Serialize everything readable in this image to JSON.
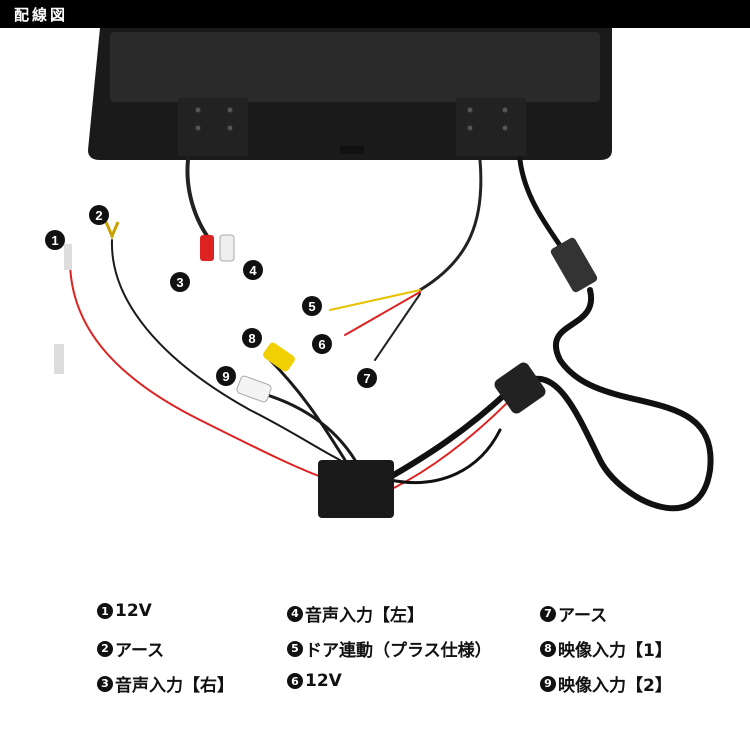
{
  "header": {
    "title": "配線図"
  },
  "callouts": [
    "1",
    "2",
    "3",
    "4",
    "5",
    "6",
    "7",
    "8",
    "9"
  ],
  "legend": [
    {
      "num": "1",
      "label": "12V"
    },
    {
      "num": "2",
      "label": "アース"
    },
    {
      "num": "3",
      "label": "音声入力【右】"
    },
    {
      "num": "4",
      "label": "音声入力【左】"
    },
    {
      "num": "5",
      "label": "ドア連動（プラス仕様）"
    },
    {
      "num": "6",
      "label": "12V"
    },
    {
      "num": "7",
      "label": "アース"
    },
    {
      "num": "8",
      "label": "映像入力【1】"
    },
    {
      "num": "9",
      "label": "映像入力【2】"
    }
  ]
}
